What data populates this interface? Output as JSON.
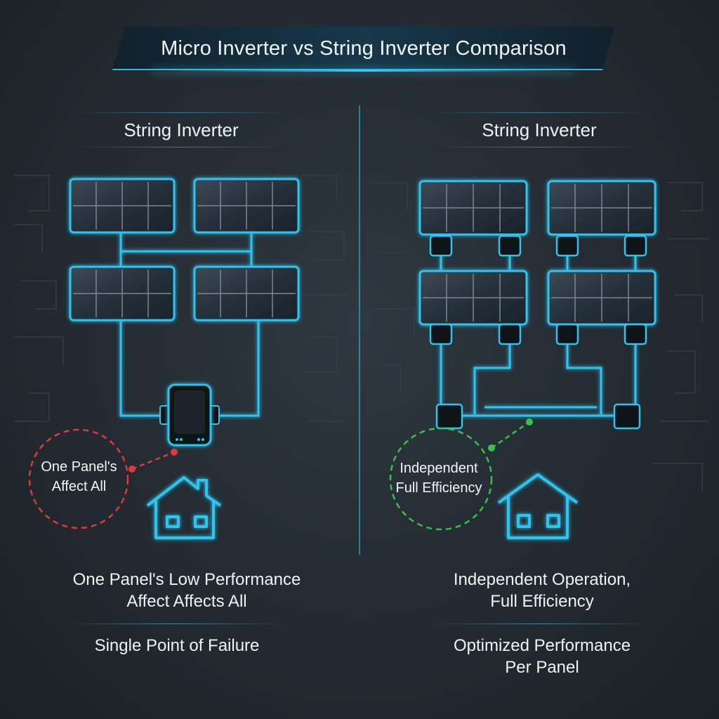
{
  "title": "Micro Inverter vs String Inverter Comparison",
  "left": {
    "heading": "String Inverter",
    "callout_line1": "One Panel's",
    "callout_line2": "Affect  All",
    "caption_line1": "One Panel's Low Performance",
    "caption_line2": "Affect Affects All",
    "footer": "Single Point of Failure"
  },
  "right": {
    "heading": "String Inverter",
    "callout_line1": "Independent",
    "callout_line2": "Full Efficiency",
    "caption_line1": "Independent Operation,",
    "caption_line2": "Full Efficiency",
    "footer_line1": "Optimized Performance",
    "footer_line2": "Per Panel"
  },
  "colors": {
    "accent": "#2ec4ee",
    "failure": "#e03a3a",
    "success": "#35c24a"
  }
}
